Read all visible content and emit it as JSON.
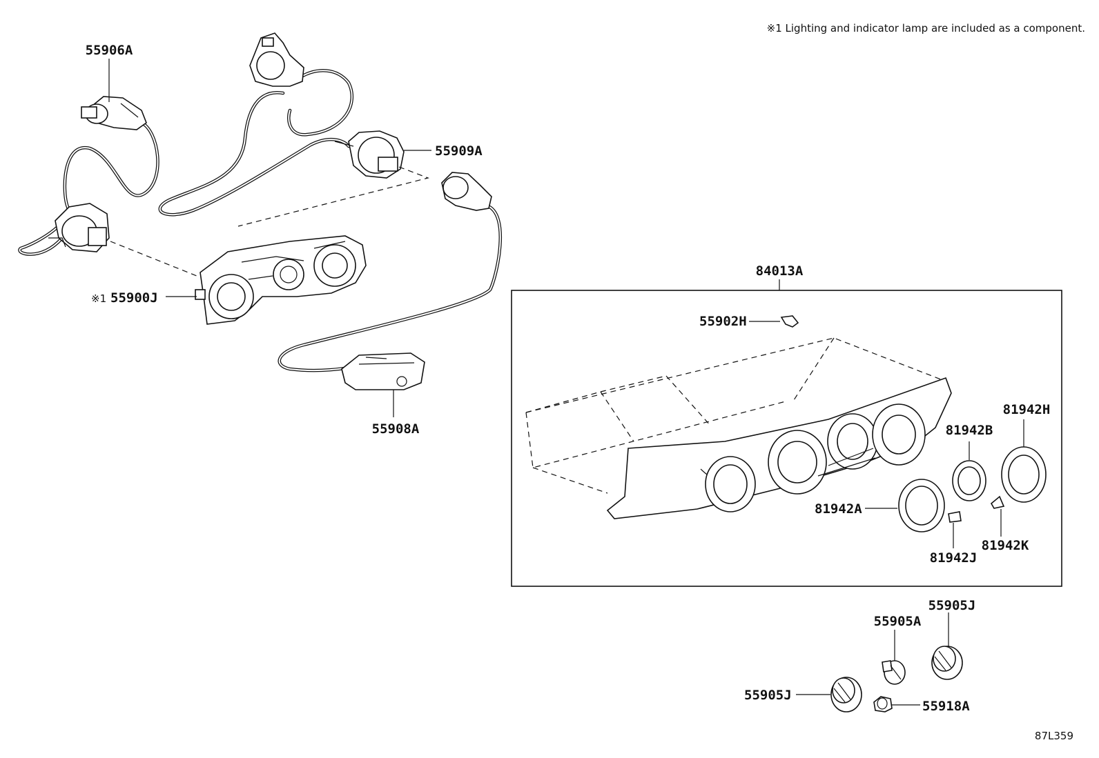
{
  "note": "※1 Lighting and indicator lamp are included as a component.",
  "drawing_code": "87L359",
  "labels": {
    "p55906A": "55906A",
    "p55909A": "55909A",
    "p55900J": "55900J",
    "p55900J_mark": "※1",
    "p55908A": "55908A",
    "p84013A": "84013A",
    "p55902H": "55902H",
    "p81942H": "81942H",
    "p81942B": "81942B",
    "p81942A": "81942A",
    "p81942J": "81942J",
    "p81942K": "81942K",
    "p55905J_top": "55905J",
    "p55905A": "55905A",
    "p55905J_left": "55905J",
    "p55918A": "55918A"
  }
}
